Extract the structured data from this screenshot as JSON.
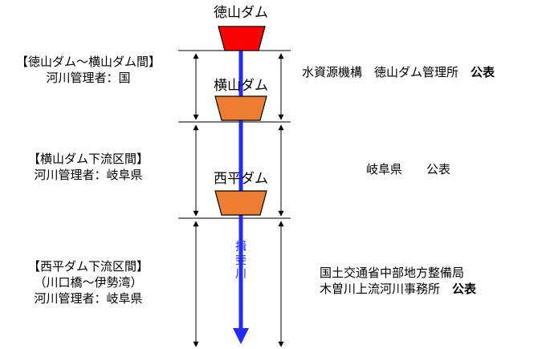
{
  "dams": [
    {
      "name": "徳山ダム",
      "color": "#ff0000"
    },
    {
      "name": "横山ダム",
      "color": "#ed7d31"
    },
    {
      "name": "西平ダム",
      "color": "#ed7d31"
    }
  ],
  "river": {
    "name_chars": [
      "揖",
      "斐",
      "川"
    ],
    "color": "#1f2bff"
  },
  "sections": [
    {
      "left": {
        "title": "【徳山ダム～横山ダム間】",
        "lines": [
          "河川管理者：国"
        ]
      },
      "right": {
        "org_lines": [
          "水資源機構　徳山ダム管理所"
        ],
        "status": "公表"
      }
    },
    {
      "left": {
        "title": "【横山ダム下流区間】",
        "lines": [
          "河川管理者：岐阜県"
        ]
      },
      "right": {
        "org_lines": [
          "岐阜県"
        ],
        "status": "公表"
      }
    },
    {
      "left": {
        "title": "【西平ダム下流区間】",
        "lines": [
          "（川口橋～伊勢湾）",
          "河川管理者：岐阜県"
        ]
      },
      "right": {
        "org_lines": [
          "国土交通省中部地方整備局",
          "木曽川上流河川事務所"
        ],
        "status": "公表"
      }
    }
  ]
}
